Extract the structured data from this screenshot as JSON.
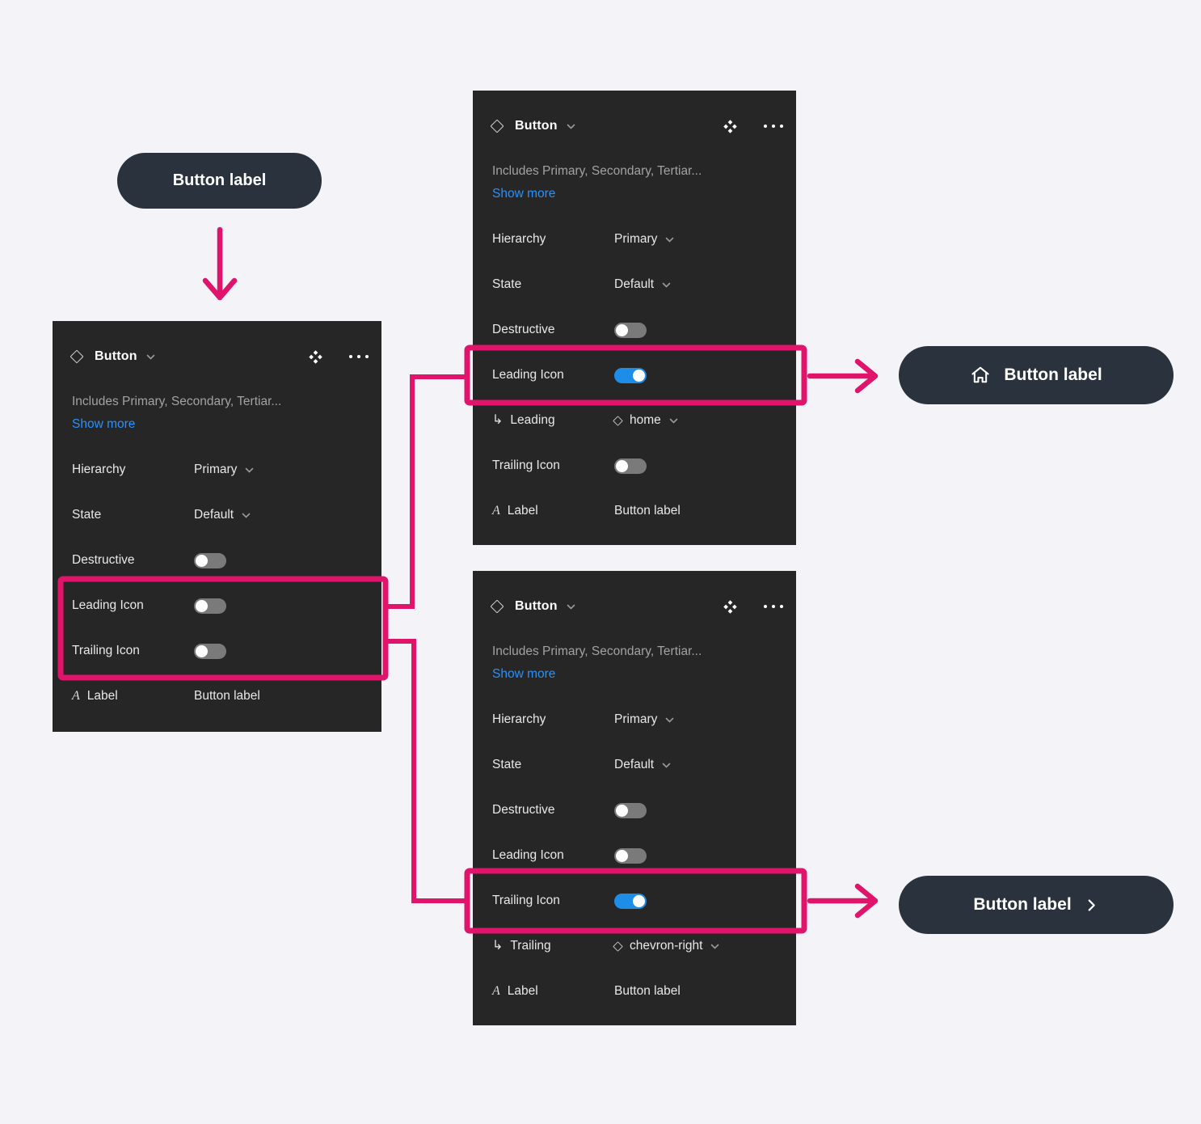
{
  "colors": {
    "background": "#F3F3F8",
    "panel_background": "#262626",
    "pill_background": "#2A333D",
    "accent_pink": "#E0146B",
    "toggle_on_blue": "#1E8DE8",
    "toggle_off_gray": "#7A7A7A",
    "link_blue": "#2792FF",
    "text_primary": "#FFFFFF",
    "text_secondary": "#A2A2A2"
  },
  "icons": {
    "panel_header_left": "diamond-outline-icon",
    "panel_header_component": "component-four-diamonds-icon",
    "panel_header_menu": "ellipsis-icon",
    "dropdown_caret": "chevron-down-icon",
    "sub_property": "return-hook-arrow-icon",
    "label_property": "italic-a-text-icon",
    "leading_pill_icon": "home-icon",
    "trailing_pill_icon": "chevron-right-icon"
  },
  "intro_pill": {
    "label": "Button label"
  },
  "result_pills": {
    "leading": {
      "label": "Button label",
      "icon": "home-icon"
    },
    "trailing": {
      "label": "Button label",
      "icon": "chevron-right-icon"
    }
  },
  "panels": {
    "left": {
      "title": "Button",
      "description": "Includes Primary, Secondary, Tertiar...",
      "show_more": "Show more",
      "rows": {
        "hierarchy": {
          "label": "Hierarchy",
          "value": "Primary"
        },
        "state": {
          "label": "State",
          "value": "Default"
        },
        "destructive": {
          "label": "Destructive",
          "toggle": "off"
        },
        "leading_icon": {
          "label": "Leading Icon",
          "toggle": "off"
        },
        "trailing_icon": {
          "label": "Trailing Icon",
          "toggle": "off"
        },
        "label": {
          "label": "Label",
          "value": "Button label"
        }
      }
    },
    "top": {
      "title": "Button",
      "description": "Includes Primary, Secondary, Tertiar...",
      "show_more": "Show more",
      "rows": {
        "hierarchy": {
          "label": "Hierarchy",
          "value": "Primary"
        },
        "state": {
          "label": "State",
          "value": "Default"
        },
        "destructive": {
          "label": "Destructive",
          "toggle": "off"
        },
        "leading_icon": {
          "label": "Leading Icon",
          "toggle": "on"
        },
        "leading": {
          "label": "Leading",
          "value": "home"
        },
        "trailing_icon": {
          "label": "Trailing Icon",
          "toggle": "off"
        },
        "label": {
          "label": "Label",
          "value": "Button label"
        }
      }
    },
    "bottom": {
      "title": "Button",
      "description": "Includes Primary, Secondary, Tertiar...",
      "show_more": "Show more",
      "rows": {
        "hierarchy": {
          "label": "Hierarchy",
          "value": "Primary"
        },
        "state": {
          "label": "State",
          "value": "Default"
        },
        "destructive": {
          "label": "Destructive",
          "toggle": "off"
        },
        "leading_icon": {
          "label": "Leading Icon",
          "toggle": "off"
        },
        "trailing_icon": {
          "label": "Trailing Icon",
          "toggle": "on"
        },
        "trailing": {
          "label": "Trailing",
          "value": "chevron-right"
        },
        "label": {
          "label": "Label",
          "value": "Button label"
        }
      }
    }
  }
}
